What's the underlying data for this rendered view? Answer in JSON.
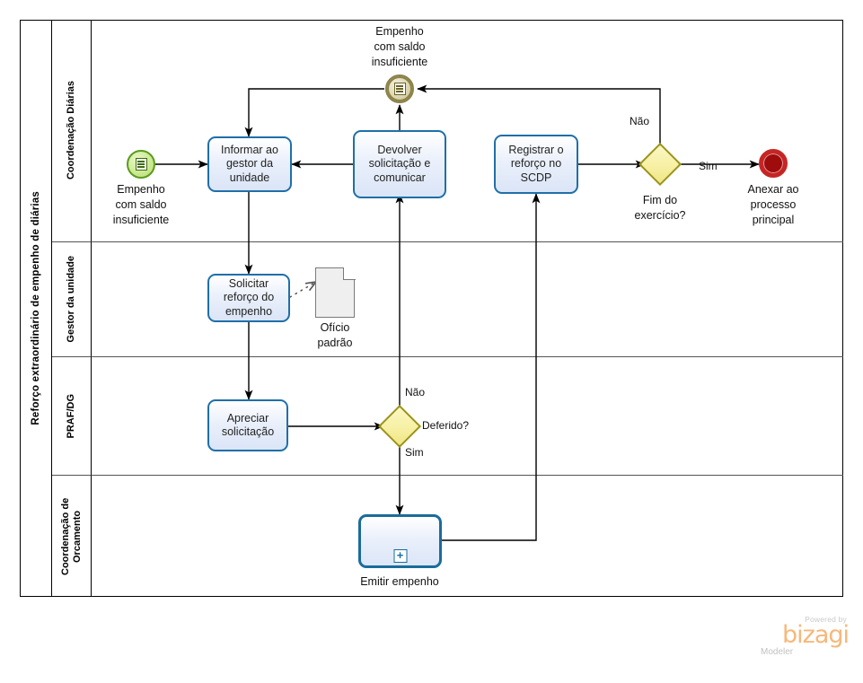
{
  "diagram": {
    "pool_title": "Reforço extraordinário de empenho de diárias",
    "lanes": [
      {
        "label": "Coordenação Diárias"
      },
      {
        "label": "Gestor da unidade"
      },
      {
        "label": "PRAF/DG"
      },
      {
        "label": "Coordenação de Orcamento"
      }
    ]
  },
  "nodes": {
    "start_event": {
      "name": "start-message-event",
      "label": "Empenho\ncom saldo\ninsuficiente",
      "icon": "message-icon",
      "color": "#b6dd6f"
    },
    "intermediate_event": {
      "name": "intermediate-message-event",
      "label": "Empenho\ncom saldo\ninsuficiente",
      "icon": "message-icon",
      "color": "#c9c091"
    },
    "task_informar": {
      "label": "Informar ao\ngestor da\nunidade"
    },
    "task_devolver": {
      "label": "Devolver\nsolicitação e\ncomunicar"
    },
    "task_registrar": {
      "label": "Registrar o\nreforço no\nSCDP"
    },
    "task_solicitar": {
      "label": "Solicitar\nreforço do\nempenho"
    },
    "task_apreciar": {
      "label": "Apreciar\nsolicitação"
    },
    "subprocess_emitir": {
      "label": "Emitir empenho",
      "marker": "plus-icon"
    },
    "gateway_fim": {
      "label": "Fim do\nexercício?"
    },
    "gateway_deferido": {
      "label": "Deferido?"
    },
    "end_event": {
      "label": "Anexar ao\nprocesso\nprincipal",
      "color": "#9E0C0C"
    },
    "data_object_oficio": {
      "label": "Ofício\npadrão"
    }
  },
  "flow_labels": {
    "fim_nao": "Não",
    "fim_sim": "Sim",
    "deferido_nao": "Não",
    "deferido_sim": "Sim"
  },
  "branding": {
    "powered_by": "Powered by",
    "product": "bizagi",
    "edition": "Modeler",
    "color": "#F6B87A"
  }
}
